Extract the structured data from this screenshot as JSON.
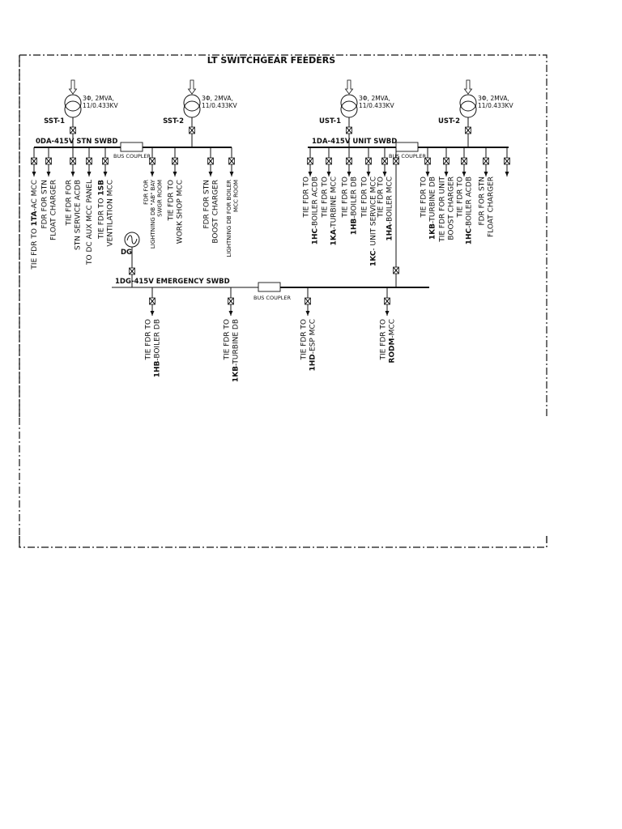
{
  "title": "LT SWITCHGEAR FEEDERS",
  "transformers": [
    {
      "id": "SST-1",
      "label": "SST-1",
      "rating": [
        "3Φ, 2MVA,",
        "11/0.433KV"
      ]
    },
    {
      "id": "SST-2",
      "label": "SST-2",
      "rating": [
        "3Φ, 2MVA,",
        "11/0.433KV"
      ]
    },
    {
      "id": "UST-1",
      "label": "UST-1",
      "rating": [
        "3Φ, 2MVA,",
        "11/0.433KV"
      ]
    },
    {
      "id": "UST-2",
      "label": "UST-2",
      "rating": [
        "3Φ, 2MVA,",
        "11/0.433KV"
      ]
    }
  ],
  "buses": {
    "stn": {
      "label": "0DA-415V STN SWBD",
      "coupler": "BUS COUPLER"
    },
    "unit": {
      "label": "1DA-415V UNIT SWBD",
      "coupler": "BUS COUPLER"
    },
    "emergency": {
      "label": "1DG-415V EMERGENCY SWBD",
      "coupler": "BUS COUPLER"
    }
  },
  "dg": {
    "label": "DG"
  },
  "stn_feeders": [
    {
      "lines": [
        [
          {
            "t": "TIE FDR TO "
          },
          {
            "t": "1TA",
            "b": true
          },
          {
            "t": "-AC MCC"
          }
        ]
      ]
    },
    {
      "lines": [
        [
          {
            "t": "FDR FOR STN"
          }
        ],
        [
          {
            "t": "FLOAT CHARGER"
          }
        ]
      ]
    },
    {
      "lines": [
        [
          {
            "t": "TIE FDR FOR"
          }
        ],
        [
          {
            "t": "STN SERVICE ACDB"
          }
        ]
      ]
    },
    {
      "lines": [
        [
          {
            "t": "TO DC AUX MCC PANEL"
          }
        ]
      ]
    },
    {
      "lines": [
        [
          {
            "t": "TIE FDR TO "
          },
          {
            "t": "1SB",
            "b": true
          }
        ],
        [
          {
            "t": "VENTILATION MCC"
          }
        ]
      ]
    },
    {
      "lines": [
        [
          {
            "t": "FDR FOR"
          }
        ],
        [
          {
            "t": "LIGHTNING DB \"AB\" BAY"
          }
        ],
        [
          {
            "t": "SWGR ROOM"
          }
        ]
      ],
      "small": true
    },
    {
      "lines": [
        [
          {
            "t": "TIE FDR TO"
          }
        ],
        [
          {
            "t": "WORK SHOP MCC"
          }
        ]
      ]
    },
    {
      "lines": [
        [
          {
            "t": "FDR FOR STN"
          }
        ],
        [
          {
            "t": "BOOST CHARGER"
          }
        ]
      ]
    },
    {
      "lines": [
        [
          {
            "t": "LIGHTNING DB FOR BOILER"
          }
        ],
        [
          {
            "t": "MCC ROOM"
          }
        ]
      ],
      "small": true
    }
  ],
  "unit_feeders": [
    {
      "lines": [
        [
          {
            "t": "TIE FDR TO"
          }
        ],
        [
          {
            "t": "1HC",
            "b": true
          },
          {
            "t": "-BOILER ACDB"
          }
        ]
      ]
    },
    {
      "lines": [
        [
          {
            "t": "TIE FDR TO"
          }
        ],
        [
          {
            "t": "1KA",
            "b": true
          },
          {
            "t": "-TURBINE MCC"
          }
        ]
      ]
    },
    {
      "lines": [
        [
          {
            "t": "TIE FDR TO"
          }
        ],
        [
          {
            "t": "1HB",
            "b": true
          },
          {
            "t": "-BOILER DB"
          }
        ]
      ]
    },
    {
      "lines": [
        [
          {
            "t": "TIE FDR TO"
          }
        ],
        [
          {
            "t": "1KC",
            "b": true
          },
          {
            "t": "- UNIT SERVICE MCC"
          }
        ]
      ]
    },
    {
      "lines": [
        [
          {
            "t": "TIE FDR TO"
          }
        ],
        [
          {
            "t": "1HA",
            "b": true
          },
          {
            "t": "-BOILER MCC"
          }
        ]
      ]
    },
    {
      "lines": [
        [
          {
            "t": "TIE FDR TO"
          }
        ],
        [
          {
            "t": "1KB",
            "b": true
          },
          {
            "t": "-TURBINE DB"
          }
        ]
      ]
    },
    {
      "lines": [
        [
          {
            "t": "TIE FDR FOR UNIT"
          }
        ],
        [
          {
            "t": "BOOST CHARGER"
          }
        ]
      ]
    },
    {
      "lines": [
        [
          {
            "t": "TIE FDR TO"
          }
        ],
        [
          {
            "t": "1HC",
            "b": true
          },
          {
            "t": "-BOILER ACDB"
          }
        ]
      ]
    },
    {
      "lines": [
        [
          {
            "t": "FDR FOR STN"
          }
        ],
        [
          {
            "t": "FLOAT CHARGER"
          }
        ]
      ]
    }
  ],
  "emergency_feeders": [
    {
      "lines": [
        [
          {
            "t": "TIE FDR TO"
          }
        ],
        [
          {
            "t": "1HB",
            "b": true
          },
          {
            "t": "-BOILER DB"
          }
        ]
      ]
    },
    {
      "lines": [
        [
          {
            "t": "TIE FDR TO"
          }
        ],
        [
          {
            "t": "1KB",
            "b": true
          },
          {
            "t": "-TURBINE DB"
          }
        ]
      ]
    },
    {
      "lines": [
        [
          {
            "t": "TIE FDR TO"
          }
        ],
        [
          {
            "t": "1HD",
            "b": true
          },
          {
            "t": "-ESP MCC"
          }
        ]
      ]
    },
    {
      "lines": [
        [
          {
            "t": "TIE FDR TO"
          }
        ],
        [
          {
            "t": "RODM",
            "b": true
          },
          {
            "t": "-MCC"
          }
        ]
      ]
    }
  ]
}
